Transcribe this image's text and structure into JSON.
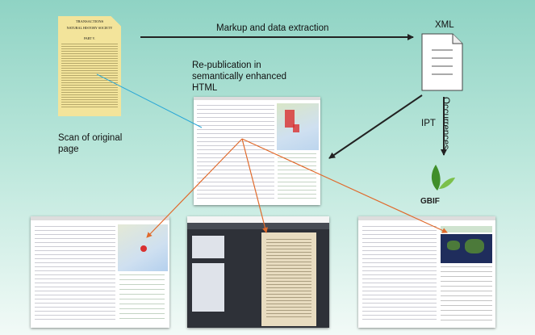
{
  "labels": {
    "markup": "Markup and data extraction",
    "xml": "XML",
    "republication": "Re-publication in semantically enhanced HTML",
    "scan": "Scan of original page",
    "ipt": "IPT",
    "occurrences": "Occurrences",
    "gbif": "GBIF"
  },
  "scan_doc": {
    "title_line1": "TRANSACTIONS",
    "title_line2": "NATURAL HISTORY SOCIETY",
    "part": "PART V."
  },
  "colors": {
    "arrow": "#222222",
    "link_cyan": "#2aa7d6",
    "link_orange": "#e06a2c",
    "gbif_green": "#5cae3a",
    "paper": "#f3e49b",
    "map_red": "#d93030"
  },
  "icons": [
    "document-icon",
    "xml-file-icon",
    "gbif-leaf-icon"
  ]
}
